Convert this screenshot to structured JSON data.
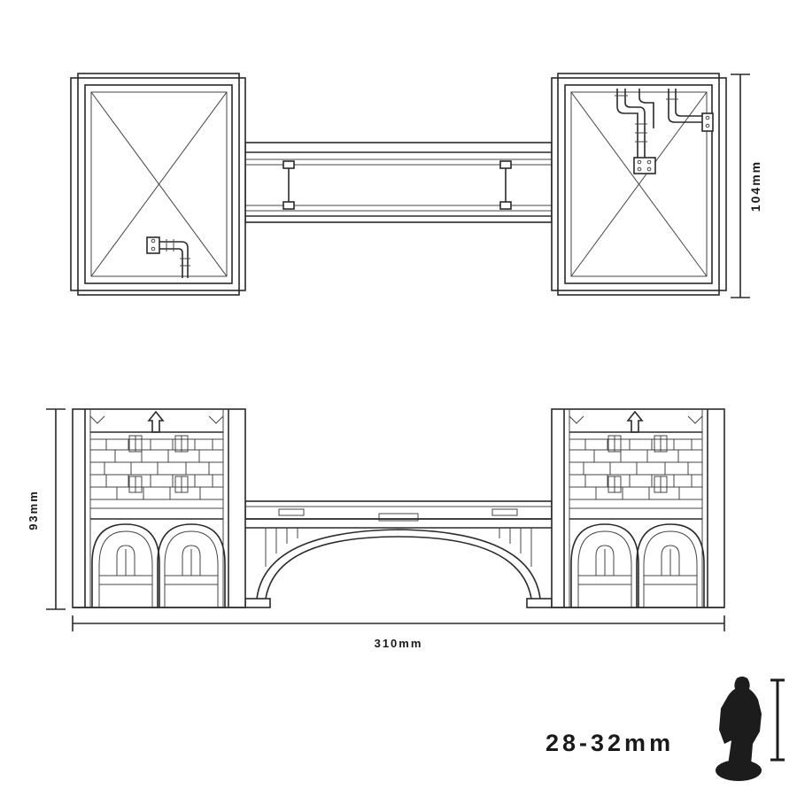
{
  "dimensions": {
    "depth": "104mm",
    "height": "93mm",
    "length": "310mm"
  },
  "scale_reference": {
    "label": "28-32mm"
  }
}
